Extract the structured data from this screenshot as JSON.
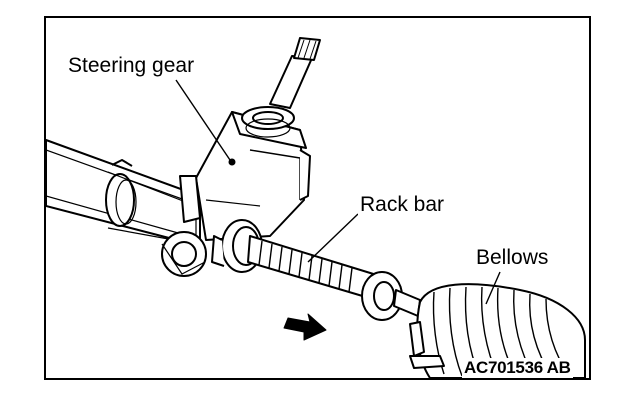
{
  "labels": {
    "steering_gear": "Steering gear",
    "rack_bar": "Rack bar",
    "bellows": "Bellows"
  },
  "figure_code": "AC701536 AB",
  "colors": {
    "line": "#000000",
    "background": "#ffffff"
  }
}
